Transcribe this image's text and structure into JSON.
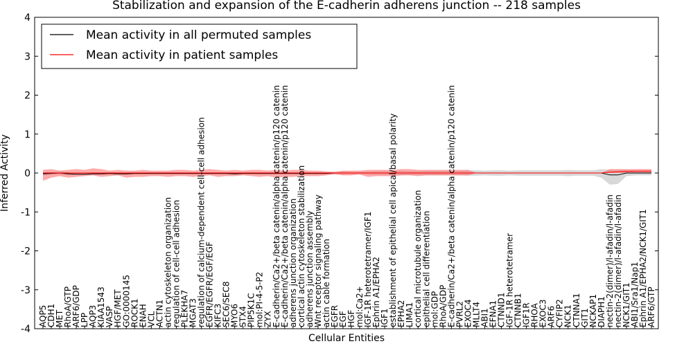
{
  "chart_data": {
    "type": "line",
    "title": "Stabilization and expansion of the E-cadherin adherens junction -- 218 samples",
    "xlabel": "Cellular Entities",
    "ylabel": "Inferred Activity",
    "ylim": [
      -4,
      4
    ],
    "yticks": [
      "-4",
      "-3",
      "-2",
      "-1",
      "0",
      "1",
      "2",
      "3",
      "4"
    ],
    "legend_position": "top-left",
    "categories": [
      "AQP5",
      "CDH1",
      "MET",
      "RhoA/GTP",
      "ARF6/GDP",
      "LPP",
      "AQP3",
      "KIAA1543",
      "VASP",
      "HGF/MET",
      "GO:0000145",
      "ROCK1",
      "ENAH",
      "VCL",
      "ACTN1",
      "actin cytoskeleton organization",
      "regulation of cell-cell adhesion",
      "PLEKHA7",
      "MGAT3",
      "regulation of calcium-dependent cell-cell adhesion",
      "EGFR/EGFR/EGF/EGF",
      "KIFC3",
      "SEC6/SEC8",
      "MYO6",
      "STX4",
      "PIP5K1C",
      "mol:PI-4-5-P2",
      "ZYX",
      "E-cadherin/Ca2+/beta catenin/alpha catenin/p120 catenin",
      "E-cadherin/Ca2+/beta catenin/alpha catenin/p120 catenin",
      "adherens junction organization",
      "cortical actin cytoskeleton stabilization",
      "adherens junction assembly",
      "Wnt receptor signaling pathway",
      "actin cable formation",
      "EGFR",
      "EGF",
      "HGF",
      "mol:Ca2+",
      "IGF-1R heterotetramer/IGF1",
      "Ephrin A1/EPHA2",
      "IGF1",
      "establishment of epithelial cell apical/basal polarity",
      "EPHA2",
      "LIMA1",
      "cortical microtubule organization",
      "epithelial cell differentiation",
      "mol:GDP",
      "RhoA/GDP",
      "E-cadherin/Ca2+/beta catenin/alpha catenin/p120 catenin",
      "PVRL2",
      "EXOC4",
      "MLLT4",
      "ABI1",
      "EFNA1",
      "CTNND1",
      "IGF-1R heterotetramer",
      "CTNNB1",
      "IGF1R",
      "RHOA",
      "EXOC3",
      "ARF6",
      "CYFIP2",
      "NCK1",
      "CTNNA1",
      "GIT1",
      "NCKAP1",
      "DIAPH1",
      "nectin-2(dimer)/l-afadin/l-afadin",
      "nectin-2(dimer)/l-afadin/l-afadin",
      "NCK1/GIT1",
      "ABI1/Sra1/Nap1",
      "Ephrin A1/EPHA2/NCK1/GIT1",
      "ARF6/GTP"
    ],
    "series": [
      {
        "name": "Mean activity in all permuted samples",
        "color": "#000000",
        "values": [
          -0.02,
          -0.01,
          0.0,
          -0.02,
          -0.03,
          -0.03,
          -0.02,
          -0.02,
          -0.01,
          -0.02,
          -0.02,
          -0.01,
          -0.01,
          -0.01,
          -0.01,
          -0.01,
          -0.01,
          -0.01,
          -0.01,
          -0.01,
          -0.01,
          -0.01,
          -0.01,
          -0.02,
          -0.01,
          -0.01,
          -0.01,
          -0.01,
          -0.01,
          -0.01,
          -0.01,
          -0.01,
          -0.01,
          -0.01,
          -0.01,
          0.0,
          0.0,
          0.0,
          0.0,
          0.0,
          0.0,
          0.0,
          0.0,
          0.0,
          0.0,
          0.0,
          0.0,
          0.0,
          0.0,
          0.0,
          0.0,
          0.0,
          0.0,
          0.0,
          0.0,
          0.0,
          0.0,
          0.0,
          0.0,
          0.0,
          0.0,
          0.0,
          0.0,
          0.0,
          0.0,
          0.0,
          0.0,
          0.0,
          -0.05,
          -0.05,
          0.0,
          0.0,
          0.0,
          0.0
        ],
        "band_low": [
          -0.06,
          -0.04,
          -0.04,
          -0.06,
          -0.05,
          -0.05,
          -0.05,
          -0.05,
          -0.04,
          -0.05,
          -0.05,
          -0.04,
          -0.04,
          -0.04,
          -0.04,
          -0.04,
          -0.04,
          -0.04,
          -0.04,
          -0.04,
          -0.04,
          -0.04,
          -0.04,
          -0.05,
          -0.04,
          -0.04,
          -0.04,
          -0.04,
          -0.04,
          -0.04,
          -0.04,
          -0.04,
          -0.04,
          -0.04,
          -0.04,
          -0.03,
          -0.04,
          -0.03,
          -0.03,
          -0.04,
          -0.05,
          -0.05,
          -0.04,
          -0.06,
          -0.05,
          -0.05,
          -0.06,
          -0.06,
          -0.06,
          -0.06,
          -0.06,
          -0.07,
          -0.07,
          -0.06,
          -0.07,
          -0.07,
          -0.06,
          -0.07,
          -0.07,
          -0.07,
          -0.07,
          -0.07,
          -0.07,
          -0.08,
          -0.07,
          -0.07,
          -0.07,
          -0.12,
          -0.3,
          -0.28,
          -0.08,
          -0.06,
          -0.06,
          -0.06
        ],
        "band_high": [
          0.02,
          0.03,
          0.04,
          0.02,
          0.0,
          0.0,
          0.01,
          0.01,
          0.02,
          0.01,
          0.01,
          0.02,
          0.02,
          0.02,
          0.02,
          0.02,
          0.02,
          0.02,
          0.02,
          0.02,
          0.02,
          0.02,
          0.02,
          0.01,
          0.02,
          0.02,
          0.02,
          0.02,
          0.02,
          0.02,
          0.02,
          0.02,
          0.02,
          0.02,
          0.02,
          0.03,
          0.04,
          0.03,
          0.03,
          0.04,
          0.05,
          0.05,
          0.04,
          0.06,
          0.05,
          0.05,
          0.06,
          0.06,
          0.06,
          0.06,
          0.06,
          0.07,
          0.07,
          0.06,
          0.07,
          0.07,
          0.06,
          0.07,
          0.07,
          0.07,
          0.07,
          0.07,
          0.07,
          0.08,
          0.07,
          0.07,
          0.07,
          0.1,
          0.08,
          0.08,
          0.08,
          0.06,
          0.06,
          0.06
        ]
      },
      {
        "name": "Mean activity in patient samples",
        "color": "#ff0000",
        "values": [
          0.0,
          0.0,
          0.0,
          0.0,
          0.0,
          0.0,
          0.0,
          0.0,
          0.0,
          0.0,
          0.0,
          0.0,
          0.0,
          0.0,
          0.0,
          0.0,
          0.0,
          0.0,
          0.0,
          0.0,
          0.0,
          0.0,
          0.0,
          0.0,
          0.0,
          0.0,
          0.0,
          0.0,
          0.0,
          0.0,
          0.0,
          0.0,
          0.0,
          0.0,
          0.0,
          0.0,
          0.0,
          0.0,
          0.0,
          0.0,
          0.0,
          0.0,
          0.0,
          0.0,
          0.0,
          0.0,
          0.0,
          0.0,
          0.0,
          0.0,
          0.0,
          0.0,
          0.0,
          0.0,
          0.0,
          0.0,
          0.0,
          0.0,
          0.0,
          0.0,
          0.0,
          0.0,
          0.0,
          0.0,
          0.0,
          0.0,
          0.0,
          0.0,
          0.02,
          0.03,
          0.04,
          0.05,
          0.05,
          0.05
        ],
        "band_low": [
          -0.2,
          -0.12,
          -0.08,
          -0.12,
          -0.1,
          -0.08,
          -0.06,
          -0.1,
          -0.08,
          -0.06,
          -0.12,
          -0.1,
          -0.1,
          -0.08,
          -0.08,
          -0.1,
          -0.08,
          -0.08,
          -0.1,
          -0.08,
          -0.06,
          -0.1,
          -0.08,
          -0.08,
          -0.06,
          -0.08,
          -0.1,
          -0.08,
          -0.12,
          -0.1,
          -0.1,
          -0.08,
          -0.08,
          -0.08,
          -0.06,
          -0.03,
          -0.06,
          -0.06,
          -0.04,
          -0.1,
          -0.08,
          -0.08,
          -0.08,
          -0.06,
          -0.06,
          -0.08,
          -0.06,
          -0.06,
          -0.06,
          -0.06,
          -0.06,
          -0.06,
          0.0,
          0.0,
          0.0,
          0.0,
          0.0,
          0.0,
          0.0,
          0.0,
          0.0,
          0.0,
          0.0,
          0.0,
          0.0,
          0.0,
          0.0,
          0.0,
          0.0,
          0.0,
          0.0,
          0.0,
          0.0,
          0.0
        ],
        "band_high": [
          0.08,
          0.1,
          0.06,
          0.08,
          0.1,
          0.08,
          0.12,
          0.1,
          0.06,
          0.08,
          0.06,
          0.06,
          0.08,
          0.06,
          0.06,
          0.06,
          0.08,
          0.08,
          0.06,
          0.08,
          0.1,
          0.08,
          0.06,
          0.08,
          0.06,
          0.08,
          0.08,
          0.06,
          0.08,
          0.06,
          0.08,
          0.08,
          0.06,
          0.06,
          0.04,
          0.03,
          0.06,
          0.06,
          0.06,
          0.08,
          0.08,
          0.08,
          0.08,
          0.1,
          0.1,
          0.08,
          0.08,
          0.08,
          0.08,
          0.08,
          0.08,
          0.08,
          0.0,
          0.0,
          0.0,
          0.0,
          0.0,
          0.0,
          0.0,
          0.0,
          0.0,
          0.0,
          0.0,
          0.0,
          0.0,
          0.0,
          0.0,
          0.0,
          0.1,
          0.1,
          0.1,
          0.1,
          0.1,
          0.1
        ]
      }
    ]
  }
}
